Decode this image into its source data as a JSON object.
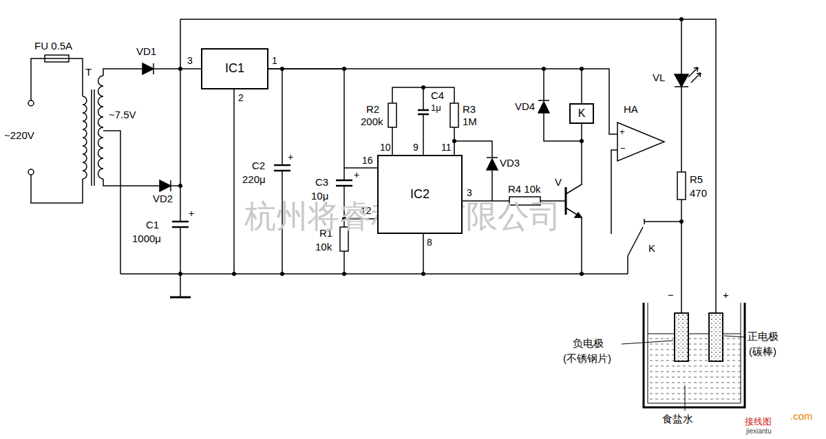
{
  "diagram": {
    "nodes": [
      {
        "text": [
          "IC1"
        ]
      },
      {
        "text": [
          "IC2"
        ]
      },
      {
        "text": [
          "K"
        ]
      }
    ],
    "edges": [
      {
        "from": 0,
        "to": 1,
        "arrow": "none"
      },
      {
        "from": 0,
        "to": 2,
        "arrow": "none"
      }
    ],
    "labels": [
      "FU 0.5A",
      "T",
      "~220V",
      "~7.5V",
      "VD1",
      "VD2",
      "3",
      "1",
      "2",
      "C1",
      "1000μ",
      "+",
      "C2",
      "220μ",
      "+",
      "R2",
      "200k",
      "C4",
      "1μ",
      "R3",
      "1M",
      "10",
      "9",
      "11",
      "VD4",
      "VD3",
      "16",
      "C3",
      "10μ",
      "+",
      "12",
      "R1",
      "10k",
      "3",
      "8",
      "R4 10k",
      "V",
      "HA",
      "+",
      "−",
      "VL",
      "R5",
      "470",
      "K",
      "−",
      "+",
      "负电极",
      "(不锈钢片)",
      "正电极",
      "(碳棒)",
      "食盐水",
      "杭州将睿科技有限公司",
      "接线图",
      ".com",
      "jiexiantu"
    ]
  }
}
